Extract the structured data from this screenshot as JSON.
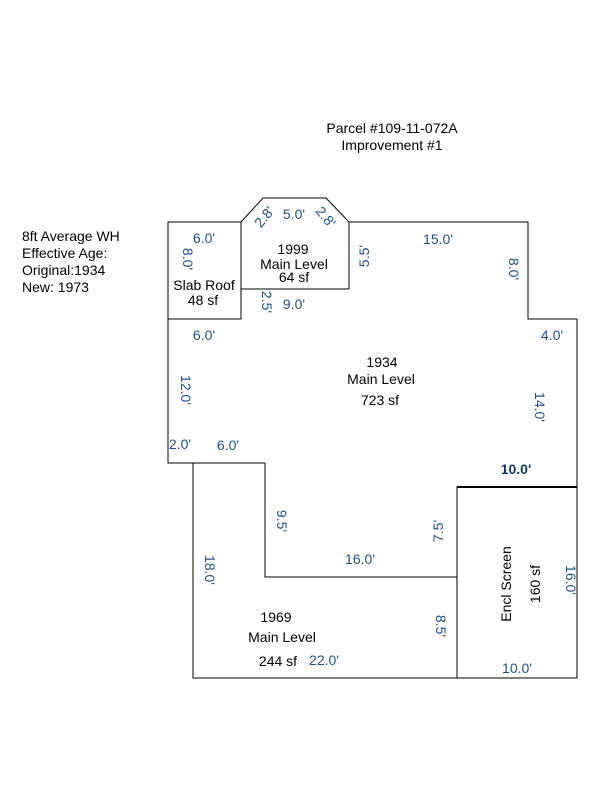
{
  "header": {
    "parcel": "Parcel #109-11-072A",
    "improvement": "Improvement #1"
  },
  "notes": {
    "wall_height": "8ft Average WH",
    "effective_age": "Effective Age:",
    "original": "Original:1934",
    "new": "New: 1973"
  },
  "areas": {
    "addition_1999": {
      "year": "1999",
      "name": "Main Level",
      "area": "64 sf"
    },
    "slab_roof": {
      "name": "Slab Roof",
      "area": "48 sf"
    },
    "main_1934": {
      "year": "1934",
      "name": "Main Level",
      "area": "723 sf"
    },
    "addition_1969": {
      "year": "1969",
      "name": "Main Level",
      "area": "244 sf"
    },
    "encl_screen": {
      "name": "Encl Screen",
      "area": "160 sf"
    }
  },
  "dimensions": {
    "d_2_8_left": "2.8'",
    "d_5_0": "5.0'",
    "d_2_8_right": "2.8'",
    "d_6_0_top": "6.0'",
    "d_8_0_left": "8.0'",
    "d_5_5": "5.5'",
    "d_15_0": "15.0'",
    "d_8_0_right": "8.0'",
    "d_2_5": "2.5'",
    "d_9_0": "9.0'",
    "d_6_0_mid": "6.0'",
    "d_4_0": "4.0'",
    "d_12_0": "12.0'",
    "d_14_0": "14.0'",
    "d_2_0": "2.0'",
    "d_6_0_low": "6.0'",
    "d_10_0_top": "10.0'",
    "d_9_5": "9.5'",
    "d_7_5": "7.5'",
    "d_18_0": "18.0'",
    "d_16_0_h": "16.0'",
    "d_16_0_v": "16.0'",
    "d_8_5": "8.5'",
    "d_22_0": "22.0'",
    "d_10_0_bottom": "10.0'"
  }
}
